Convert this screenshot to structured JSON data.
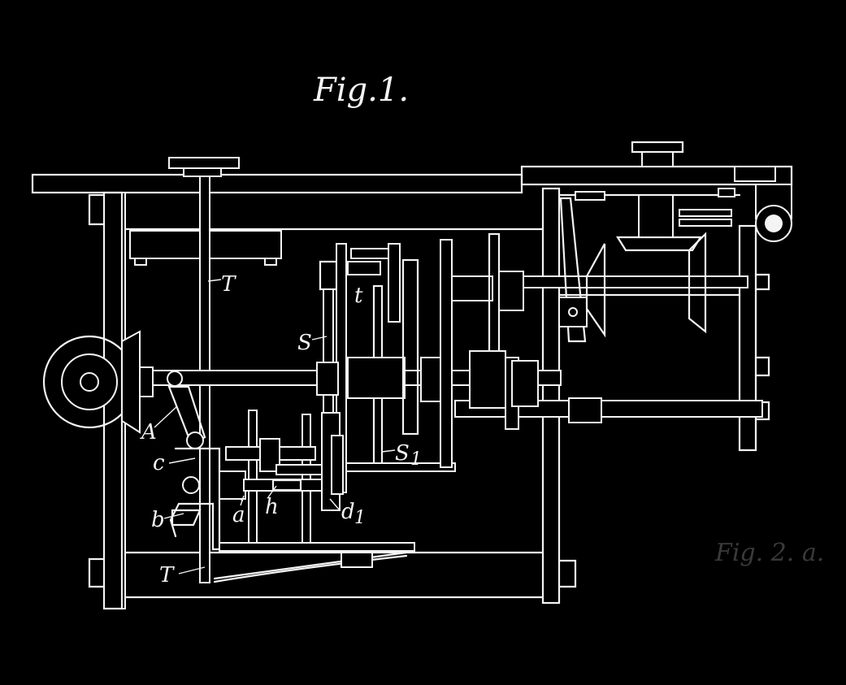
{
  "figure": {
    "title": "Fig.1.",
    "labels": {
      "T_top": "T",
      "T_bottom": "T",
      "t": "t",
      "S": "S",
      "S1": "S",
      "S1_sub": "1",
      "A": "A",
      "c": "c",
      "b": "b",
      "a": "a",
      "h": "h",
      "d1": "d",
      "d1_sub": "1"
    },
    "ghost_text": "Fig. 2. a.",
    "colors": {
      "background": "#000000",
      "ink": "#f4f4f4"
    }
  }
}
